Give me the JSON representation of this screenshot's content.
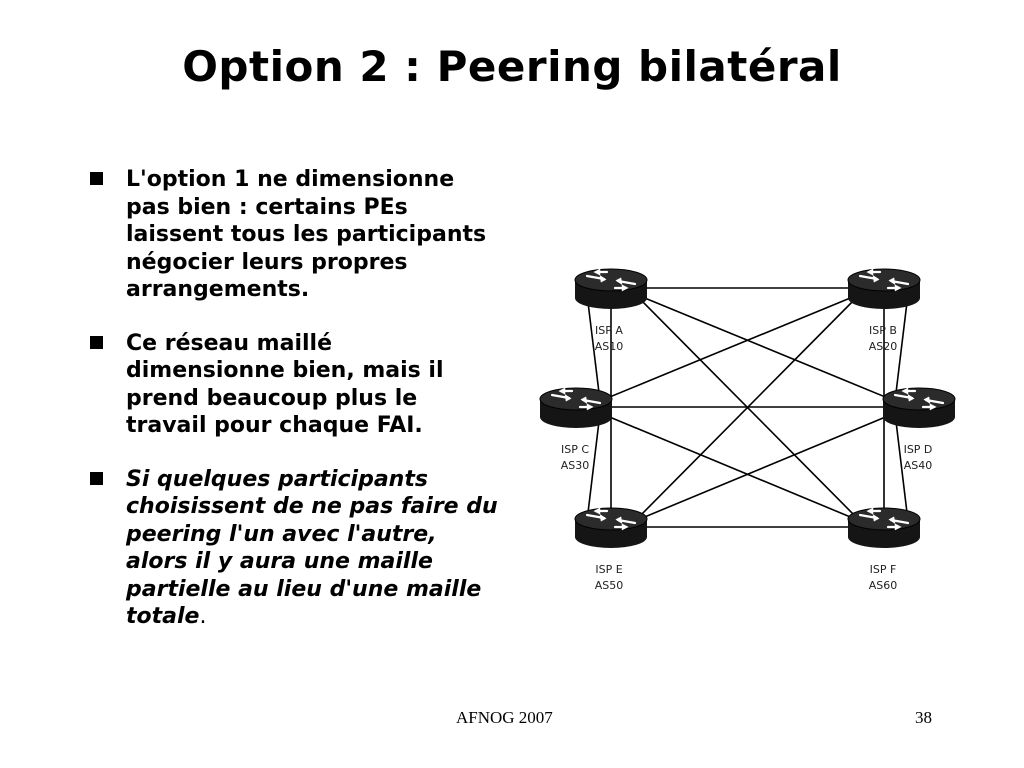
{
  "slide": {
    "title": "Option 2 : Peering bilatéral",
    "bullets": [
      {
        "text": "L'option 1 ne dimensionne pas bien : certains PEs laissent tous les participants négocier leurs propres arrangements.",
        "suffix": "",
        "italic": false
      },
      {
        "text": "Ce réseau maillé dimensionne bien, mais il prend beaucoup plus le travail pour chaque FAI.",
        "suffix": "",
        "italic": false
      },
      {
        "text": "Si quelques participants choisissent de ne pas faire du peering l'un avec l'autre, alors il y aura une maille partielle au lieu d'une maille totale",
        "suffix": ".",
        "italic": true
      }
    ],
    "footer_left": "AFNOG 2007",
    "footer_right": "38"
  },
  "diagram": {
    "nodes": [
      {
        "id": "A",
        "name": "ISP A",
        "as": "AS10"
      },
      {
        "id": "B",
        "name": "ISP B",
        "as": "AS20"
      },
      {
        "id": "C",
        "name": "ISP C",
        "as": "AS30"
      },
      {
        "id": "D",
        "name": "ISP D",
        "as": "AS40"
      },
      {
        "id": "E",
        "name": "ISP E",
        "as": "AS50"
      },
      {
        "id": "F",
        "name": "ISP F",
        "as": "AS60"
      }
    ],
    "edges": [
      [
        "A",
        "B"
      ],
      [
        "A",
        "C"
      ],
      [
        "A",
        "D"
      ],
      [
        "A",
        "E"
      ],
      [
        "A",
        "F"
      ],
      [
        "B",
        "C"
      ],
      [
        "B",
        "D"
      ],
      [
        "B",
        "E"
      ],
      [
        "B",
        "F"
      ],
      [
        "C",
        "D"
      ],
      [
        "C",
        "E"
      ],
      [
        "C",
        "F"
      ],
      [
        "D",
        "E"
      ],
      [
        "D",
        "F"
      ],
      [
        "E",
        "F"
      ]
    ],
    "router_icon": "router-icon"
  }
}
